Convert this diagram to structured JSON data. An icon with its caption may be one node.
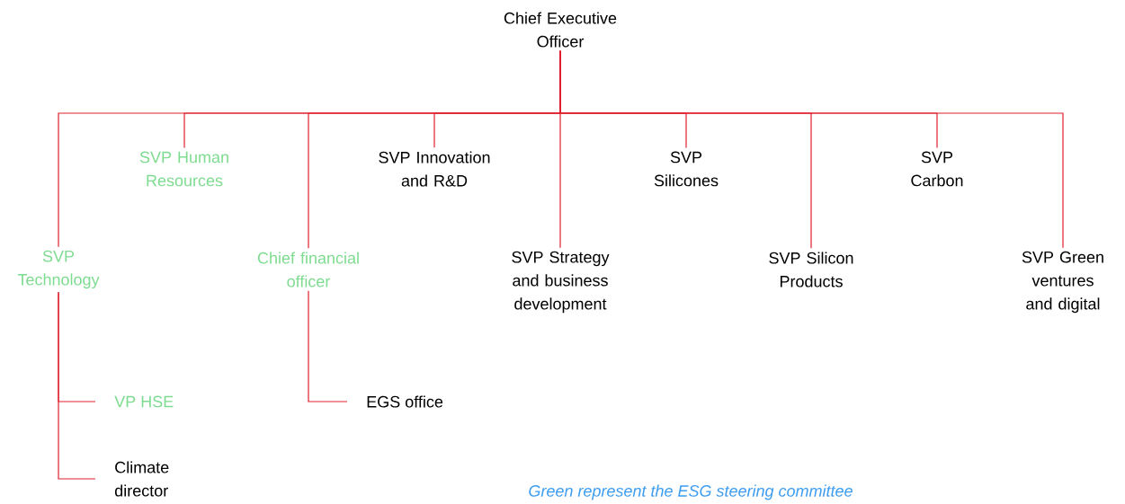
{
  "diagram": {
    "caption": "Green represent the ESG steering committee",
    "nodes": [
      {
        "text": [
          "Chief Executive Officer"
        ]
      },
      {
        "text": [
          "SVP Human Resources"
        ]
      },
      {
        "text": [
          "SVP Innovation and R&D"
        ]
      },
      {
        "text": [
          "SVP Silicones"
        ]
      },
      {
        "text": [
          "SVP Carbon"
        ]
      },
      {
        "text": [
          "SVP Technology"
        ]
      },
      {
        "text": [
          "Chief financial officer"
        ]
      },
      {
        "text": [
          "SVP Strategy and business development"
        ]
      },
      {
        "text": [
          "SVP Silicon Products"
        ]
      },
      {
        "text": [
          "SVP Green ventures and digital"
        ]
      },
      {
        "text": [
          "VP HSE"
        ]
      },
      {
        "text": [
          "EGS office"
        ]
      },
      {
        "text": [
          "Climate director"
        ]
      }
    ],
    "edges": [
      {
        "from": 0,
        "to": 1,
        "arrow": "none"
      },
      {
        "from": 0,
        "to": 2,
        "arrow": "none"
      },
      {
        "from": 0,
        "to": 3,
        "arrow": "none"
      },
      {
        "from": 0,
        "to": 4,
        "arrow": "none"
      },
      {
        "from": 0,
        "to": 5,
        "arrow": "none"
      },
      {
        "from": 0,
        "to": 6,
        "arrow": "none"
      },
      {
        "from": 0,
        "to": 7,
        "arrow": "none"
      },
      {
        "from": 0,
        "to": 8,
        "arrow": "none"
      },
      {
        "from": 0,
        "to": 9,
        "arrow": "none"
      },
      {
        "from": 5,
        "to": 10,
        "arrow": "none"
      },
      {
        "from": 5,
        "to": 12,
        "arrow": "none"
      },
      {
        "from": 6,
        "to": 11,
        "arrow": "none"
      }
    ]
  }
}
